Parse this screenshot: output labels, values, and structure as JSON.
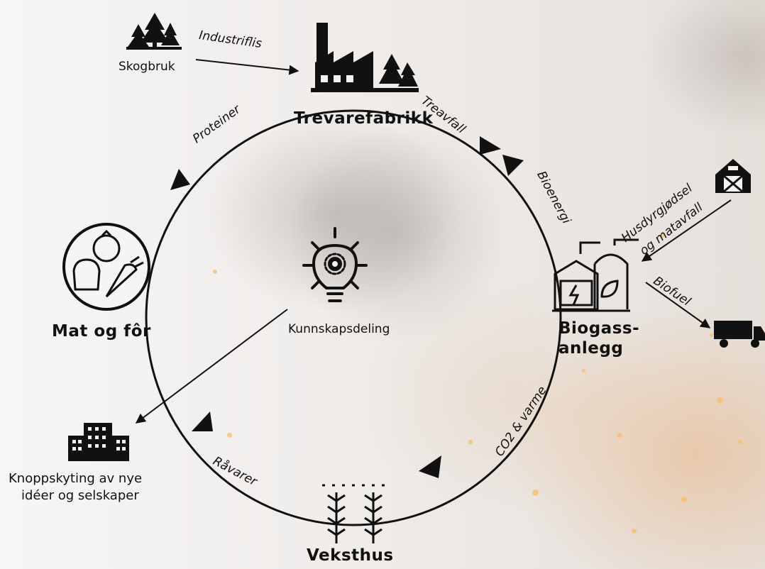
{
  "nodes": {
    "skogbruk": "Skogbruk",
    "trevarefabrikk": "Trevarefabrikk",
    "mat_og_for": "Mat og fôr",
    "kunnskapsdeling": "Kunnskapsdeling",
    "biogass_line1": "Biogass-",
    "biogass_line2": "anlegg",
    "knoppskyting_line1": "Knoppskyting av nye",
    "knoppskyting_line2": "idéer og selskaper",
    "veksthus": "Veksthus"
  },
  "edges": {
    "industriflis": "Industriflis",
    "treavfall": "Treavfall",
    "bioenergi": "Bioenergi",
    "husdyrgjodsel_line1": "Husdyrgjødsel",
    "husdyrgjodsel_line2": "og matavfall",
    "biofuel": "Biofuel",
    "co2_varme": "CO2 & varme",
    "ravarer": "Råvarer",
    "proteiner": "Proteiner"
  },
  "icons": [
    "forest-icon",
    "factory-icon",
    "barn-icon",
    "biogas-plant-icon",
    "truck-icon",
    "lightbulb-gear-icon",
    "food-icon",
    "buildings-icon",
    "greenhouse-icon"
  ]
}
